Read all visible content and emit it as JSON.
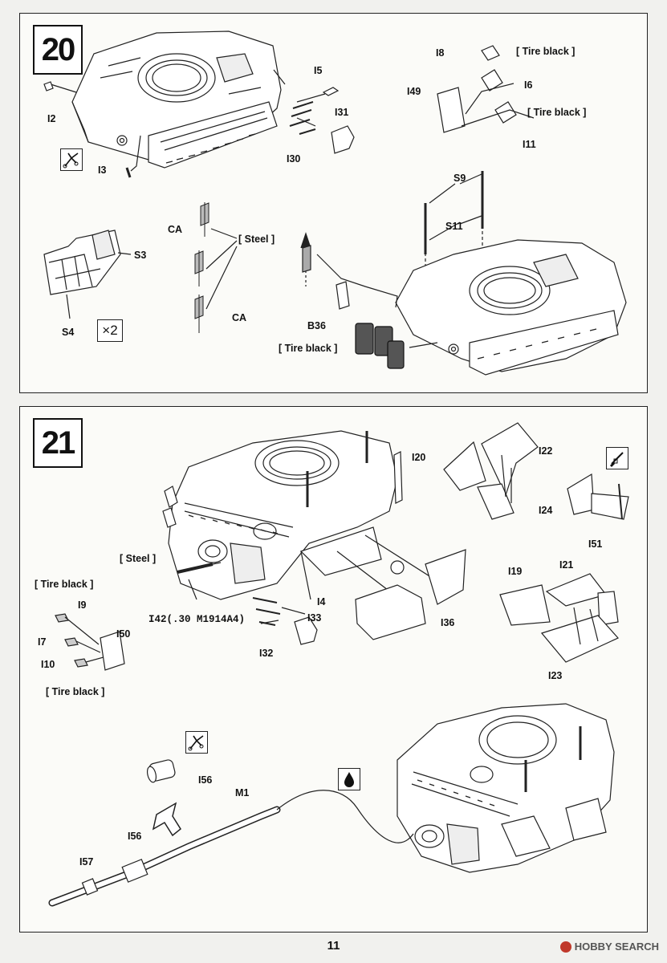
{
  "step20": {
    "number": "20",
    "multiplier": "×2",
    "labels": {
      "i8": "I8",
      "tire_black_1": "[ Tire black ]",
      "i6": "I6",
      "i49": "I49",
      "tire_black_2": "[ Tire black ]",
      "i11": "I11",
      "i5": "I5",
      "i2": "I2",
      "i31": "I31",
      "i30": "I30",
      "i3": "I3",
      "s9": "S9",
      "s11": "S11",
      "ca_top": "CA",
      "ca_bottom": "CA",
      "steel": "[ Steel ]",
      "s3": "S3",
      "s4": "S4",
      "b36": "B36",
      "tire_black_3": "[ Tire black ]"
    }
  },
  "step21": {
    "number": "21",
    "labels": {
      "i20": "I20",
      "i22": "I22",
      "i24": "I24",
      "i51": "I51",
      "steel": "[ Steel ]",
      "tire_black_1": "[ Tire black ]",
      "i9": "I9",
      "i42": "I42(.30 M1914A4)",
      "i4": "I4",
      "i33": "I33",
      "i36": "I36",
      "i19": "I19",
      "i21": "I21",
      "i7": "I7",
      "i50": "I50",
      "i10": "I10",
      "i32": "I32",
      "i23": "I23",
      "tire_black_2": "[ Tire black ]",
      "i56_a": "I56",
      "m1": "M1",
      "i56_b": "I56",
      "i57": "I57"
    }
  },
  "icons": [
    "cutter-icon",
    "paint-brush-icon",
    "glue-drop-icon"
  ],
  "page_number": "11",
  "watermark": "HOBBY SEARCH"
}
